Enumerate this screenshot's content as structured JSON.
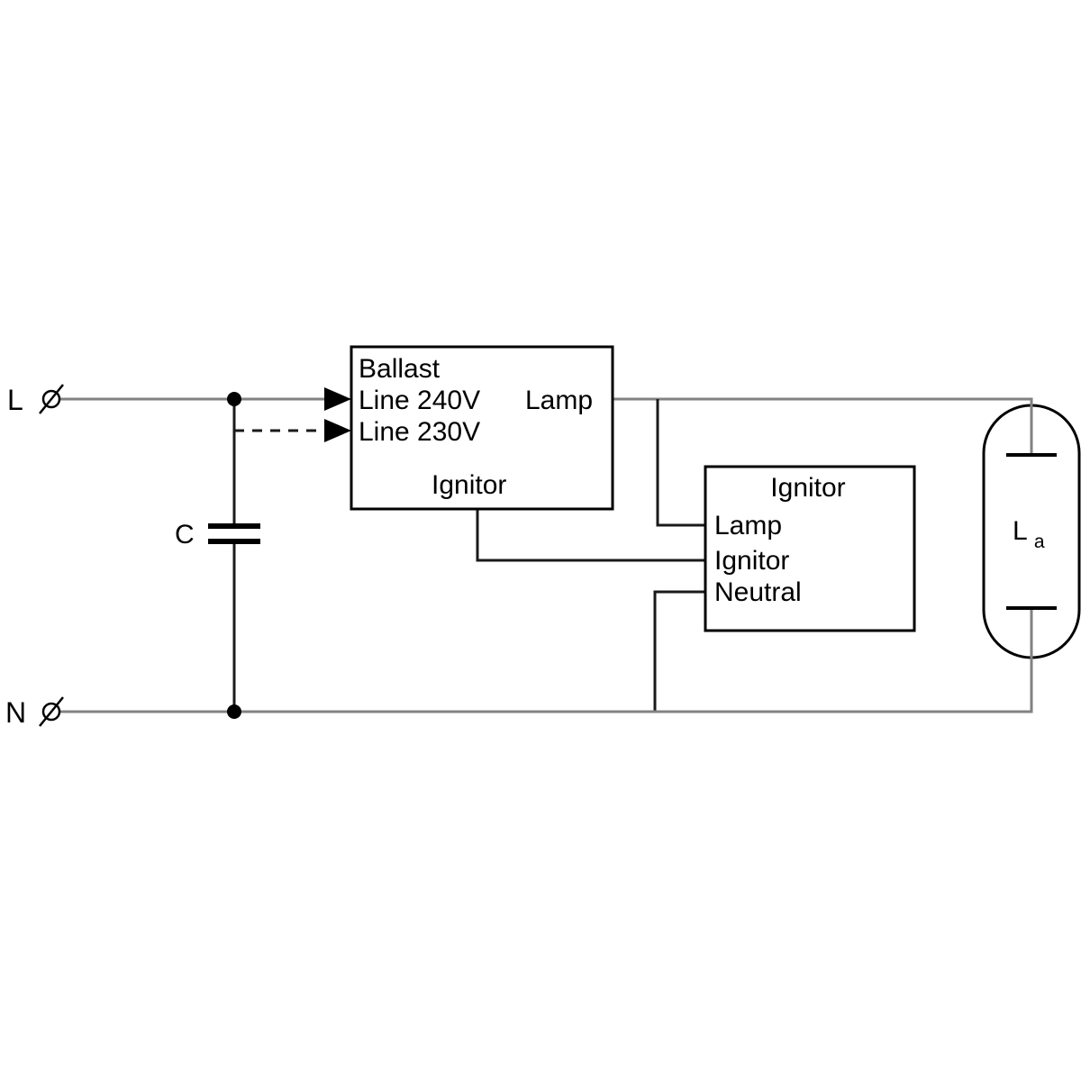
{
  "diagram": {
    "terminal_l": "L",
    "terminal_n": "N",
    "capacitor_label": "C",
    "ballast": {
      "title": "Ballast",
      "line_240": "Line 240V",
      "line_230": "Line 230V",
      "lamp": "Lamp",
      "ignitor": "Ignitor"
    },
    "ignitor": {
      "title": "Ignitor",
      "lamp": "Lamp",
      "ignitor": "Ignitor",
      "neutral": "Neutral"
    },
    "lamp": {
      "main": "L",
      "sub": "a"
    }
  }
}
